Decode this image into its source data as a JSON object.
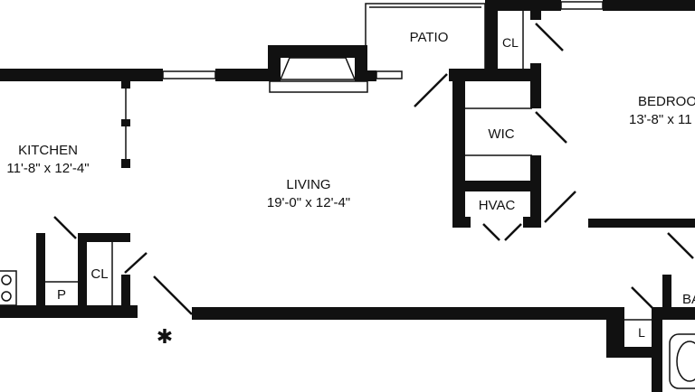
{
  "rooms": {
    "kitchen": {
      "name": "KITCHEN",
      "dims": "11'-8\" x 12'-4\""
    },
    "living": {
      "name": "LIVING",
      "dims": "19'-0\" x 12'-4\""
    },
    "patio": {
      "name": "PATIO"
    },
    "closet_top": {
      "name": "CL"
    },
    "bedroom": {
      "name": "BEDROO",
      "dims": "13'-8\" x 11"
    },
    "wic": {
      "name": "WIC"
    },
    "hvac": {
      "name": "HVAC"
    },
    "closet_left": {
      "name": "CL"
    },
    "pantry": {
      "name": "P"
    },
    "laundry": {
      "name": "L"
    },
    "bath": {
      "name": "BA"
    }
  },
  "marker": {
    "symbol": "✱"
  }
}
